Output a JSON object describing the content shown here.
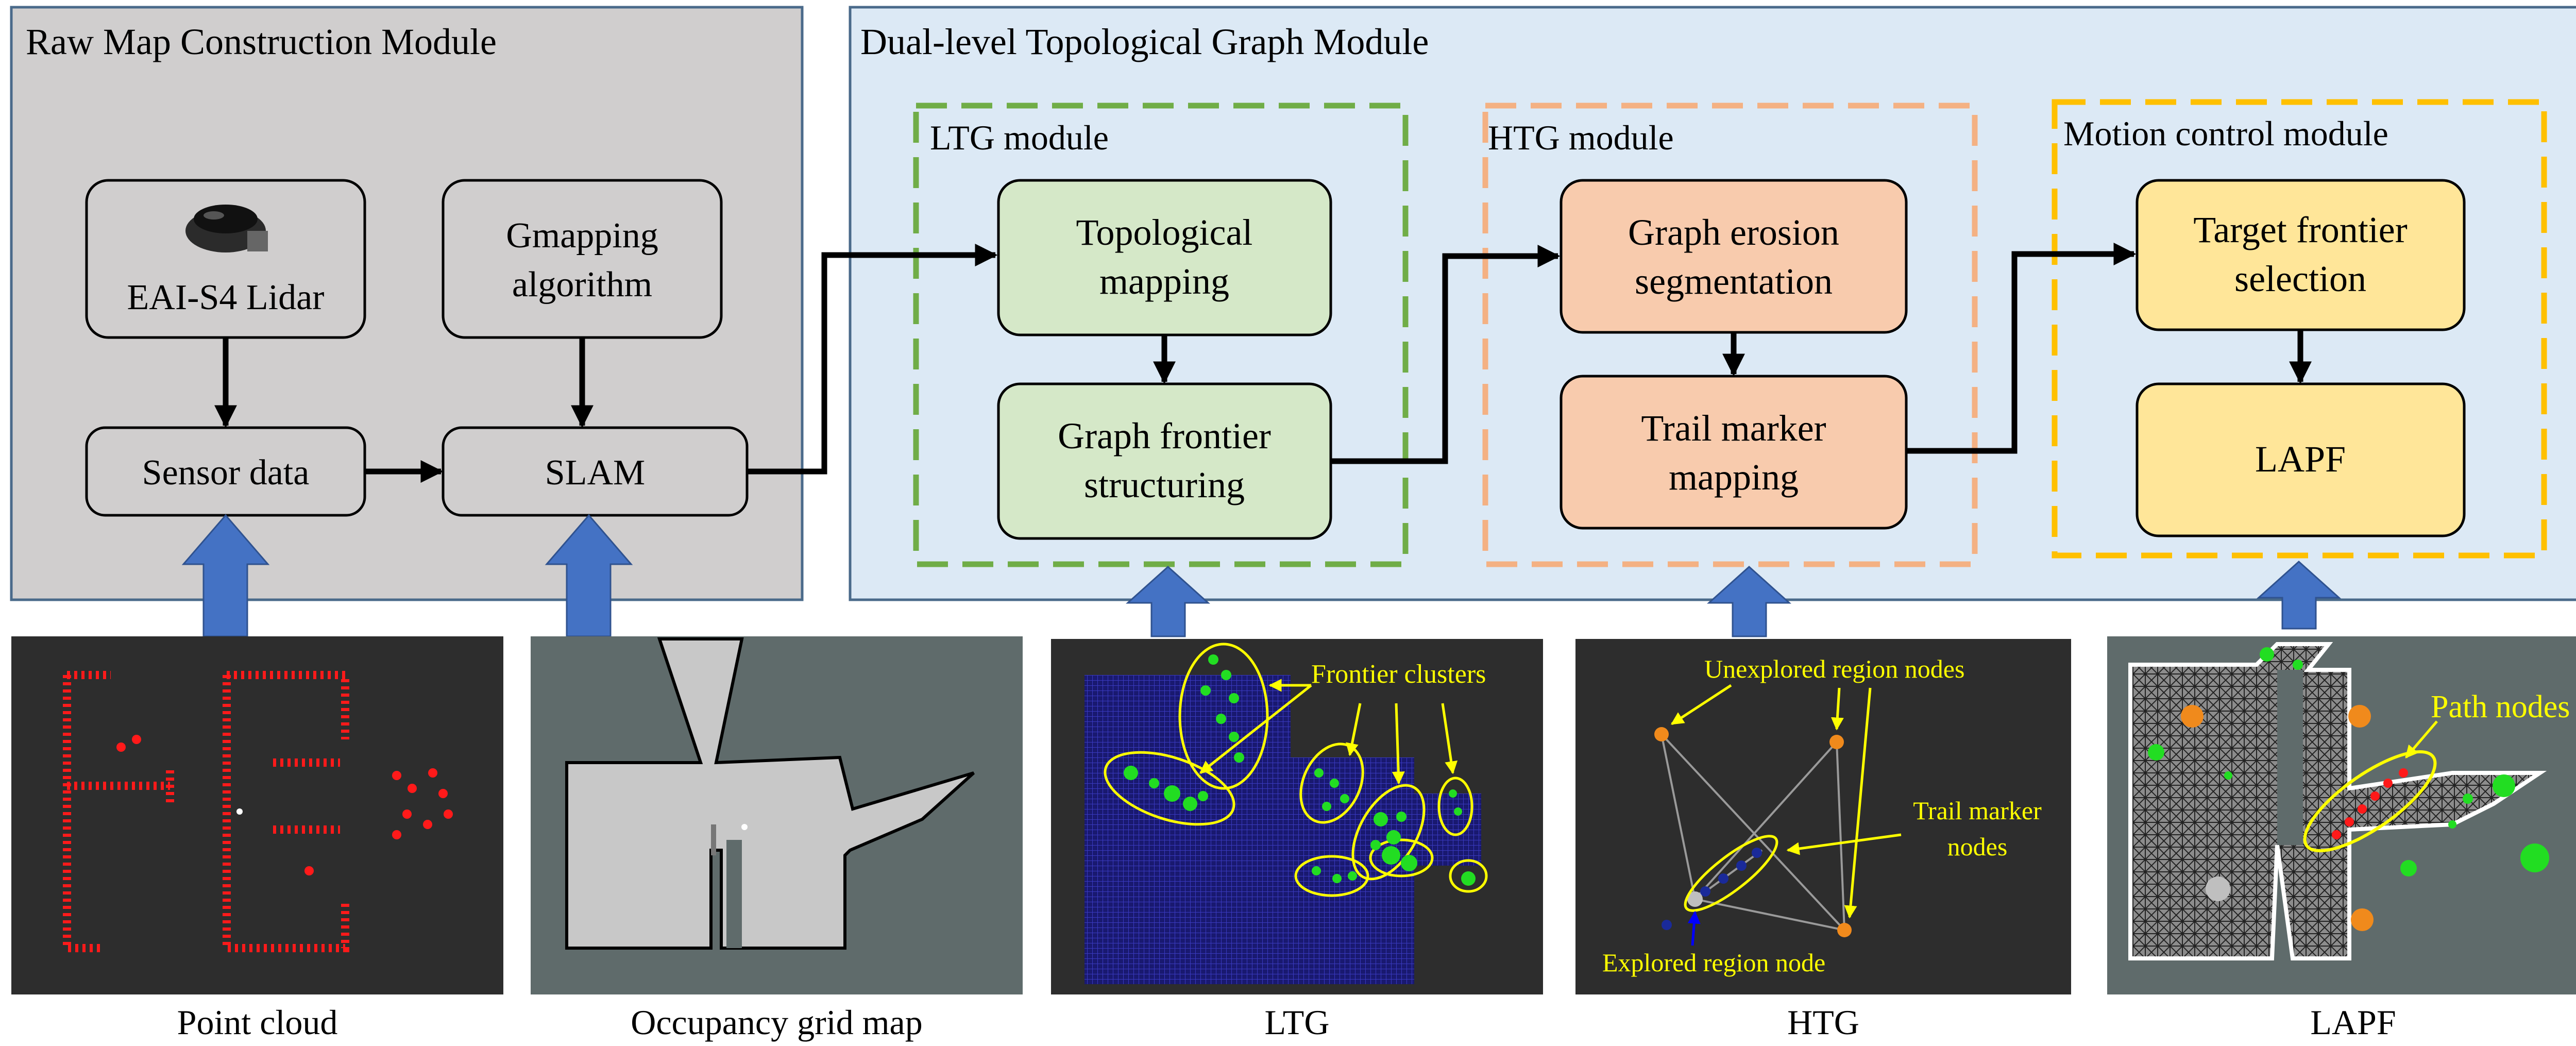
{
  "modules": {
    "raw_map": {
      "title": "Raw Map Construction Module",
      "lidar": [
        "EAI-S4 Lidar"
      ],
      "gmapping": [
        "Gmapping",
        "algorithm"
      ],
      "sensor": [
        "Sensor data"
      ],
      "slam": [
        "SLAM"
      ]
    },
    "dual_level": {
      "title": "Dual-level Topological Graph Module",
      "ltg": {
        "title": "LTG module",
        "topo": [
          "Topological",
          "mapping"
        ],
        "frontier": [
          "Graph frontier",
          "structuring"
        ]
      },
      "htg": {
        "title": "HTG module",
        "erosion": [
          "Graph erosion",
          "segmentation"
        ],
        "trail": [
          "Trail marker",
          "mapping"
        ]
      },
      "motion": {
        "title": "Motion control module",
        "target": [
          "Target frontier",
          "selection"
        ],
        "lapf": [
          "LAPF"
        ]
      }
    }
  },
  "panels": {
    "ltg_annot": "Frontier clusters",
    "htg_unexplored": "Unexplored region nodes",
    "htg_trail": [
      "Trail marker",
      "nodes"
    ],
    "htg_explored": "Explored region node",
    "lapf_path": "Path nodes"
  },
  "captions": [
    "Point cloud",
    "Occupancy grid map",
    "LTG",
    "HTG",
    "LAPF"
  ],
  "colors": {
    "raw_bg": "#d0cece",
    "dual_bg": "#dce9f5",
    "green_box": "#d5e8c8",
    "orange_box": "#f8cbad",
    "yellow_box": "#ffe699",
    "blue_arrow": "#4472c4",
    "ltg_dash": "#70ad47",
    "htg_dash": "#f4b183",
    "motion_dash": "#ffc000",
    "annot": "#ffff00"
  }
}
